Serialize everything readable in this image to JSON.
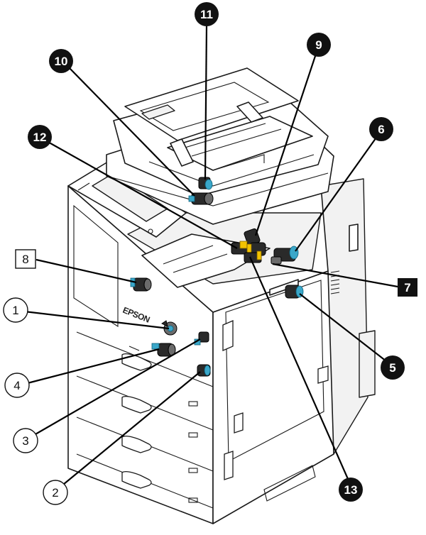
{
  "brand": "EPSON",
  "callouts": [
    {
      "id": "1",
      "text": "1",
      "style": "circle-outline"
    },
    {
      "id": "2",
      "text": "2",
      "style": "circle-outline"
    },
    {
      "id": "3",
      "text": "3",
      "style": "circle-outline"
    },
    {
      "id": "4",
      "text": "4",
      "style": "circle-outline"
    },
    {
      "id": "5",
      "text": "5",
      "style": "circle-filled"
    },
    {
      "id": "6",
      "text": "6",
      "style": "circle-filled"
    },
    {
      "id": "7",
      "text": "7",
      "style": "square-filled"
    },
    {
      "id": "8",
      "text": "8",
      "style": "square-outline"
    },
    {
      "id": "9",
      "text": "9",
      "style": "circle-filled"
    },
    {
      "id": "10",
      "text": "10",
      "style": "circle-filled"
    },
    {
      "id": "11",
      "text": "11",
      "style": "circle-filled"
    },
    {
      "id": "12",
      "text": "12",
      "style": "circle-filled"
    },
    {
      "id": "13",
      "text": "13",
      "style": "circle-filled"
    }
  ],
  "colors": {
    "accent": "#3aa7c9",
    "highlight": "#f2c200",
    "ink": "#111111"
  }
}
